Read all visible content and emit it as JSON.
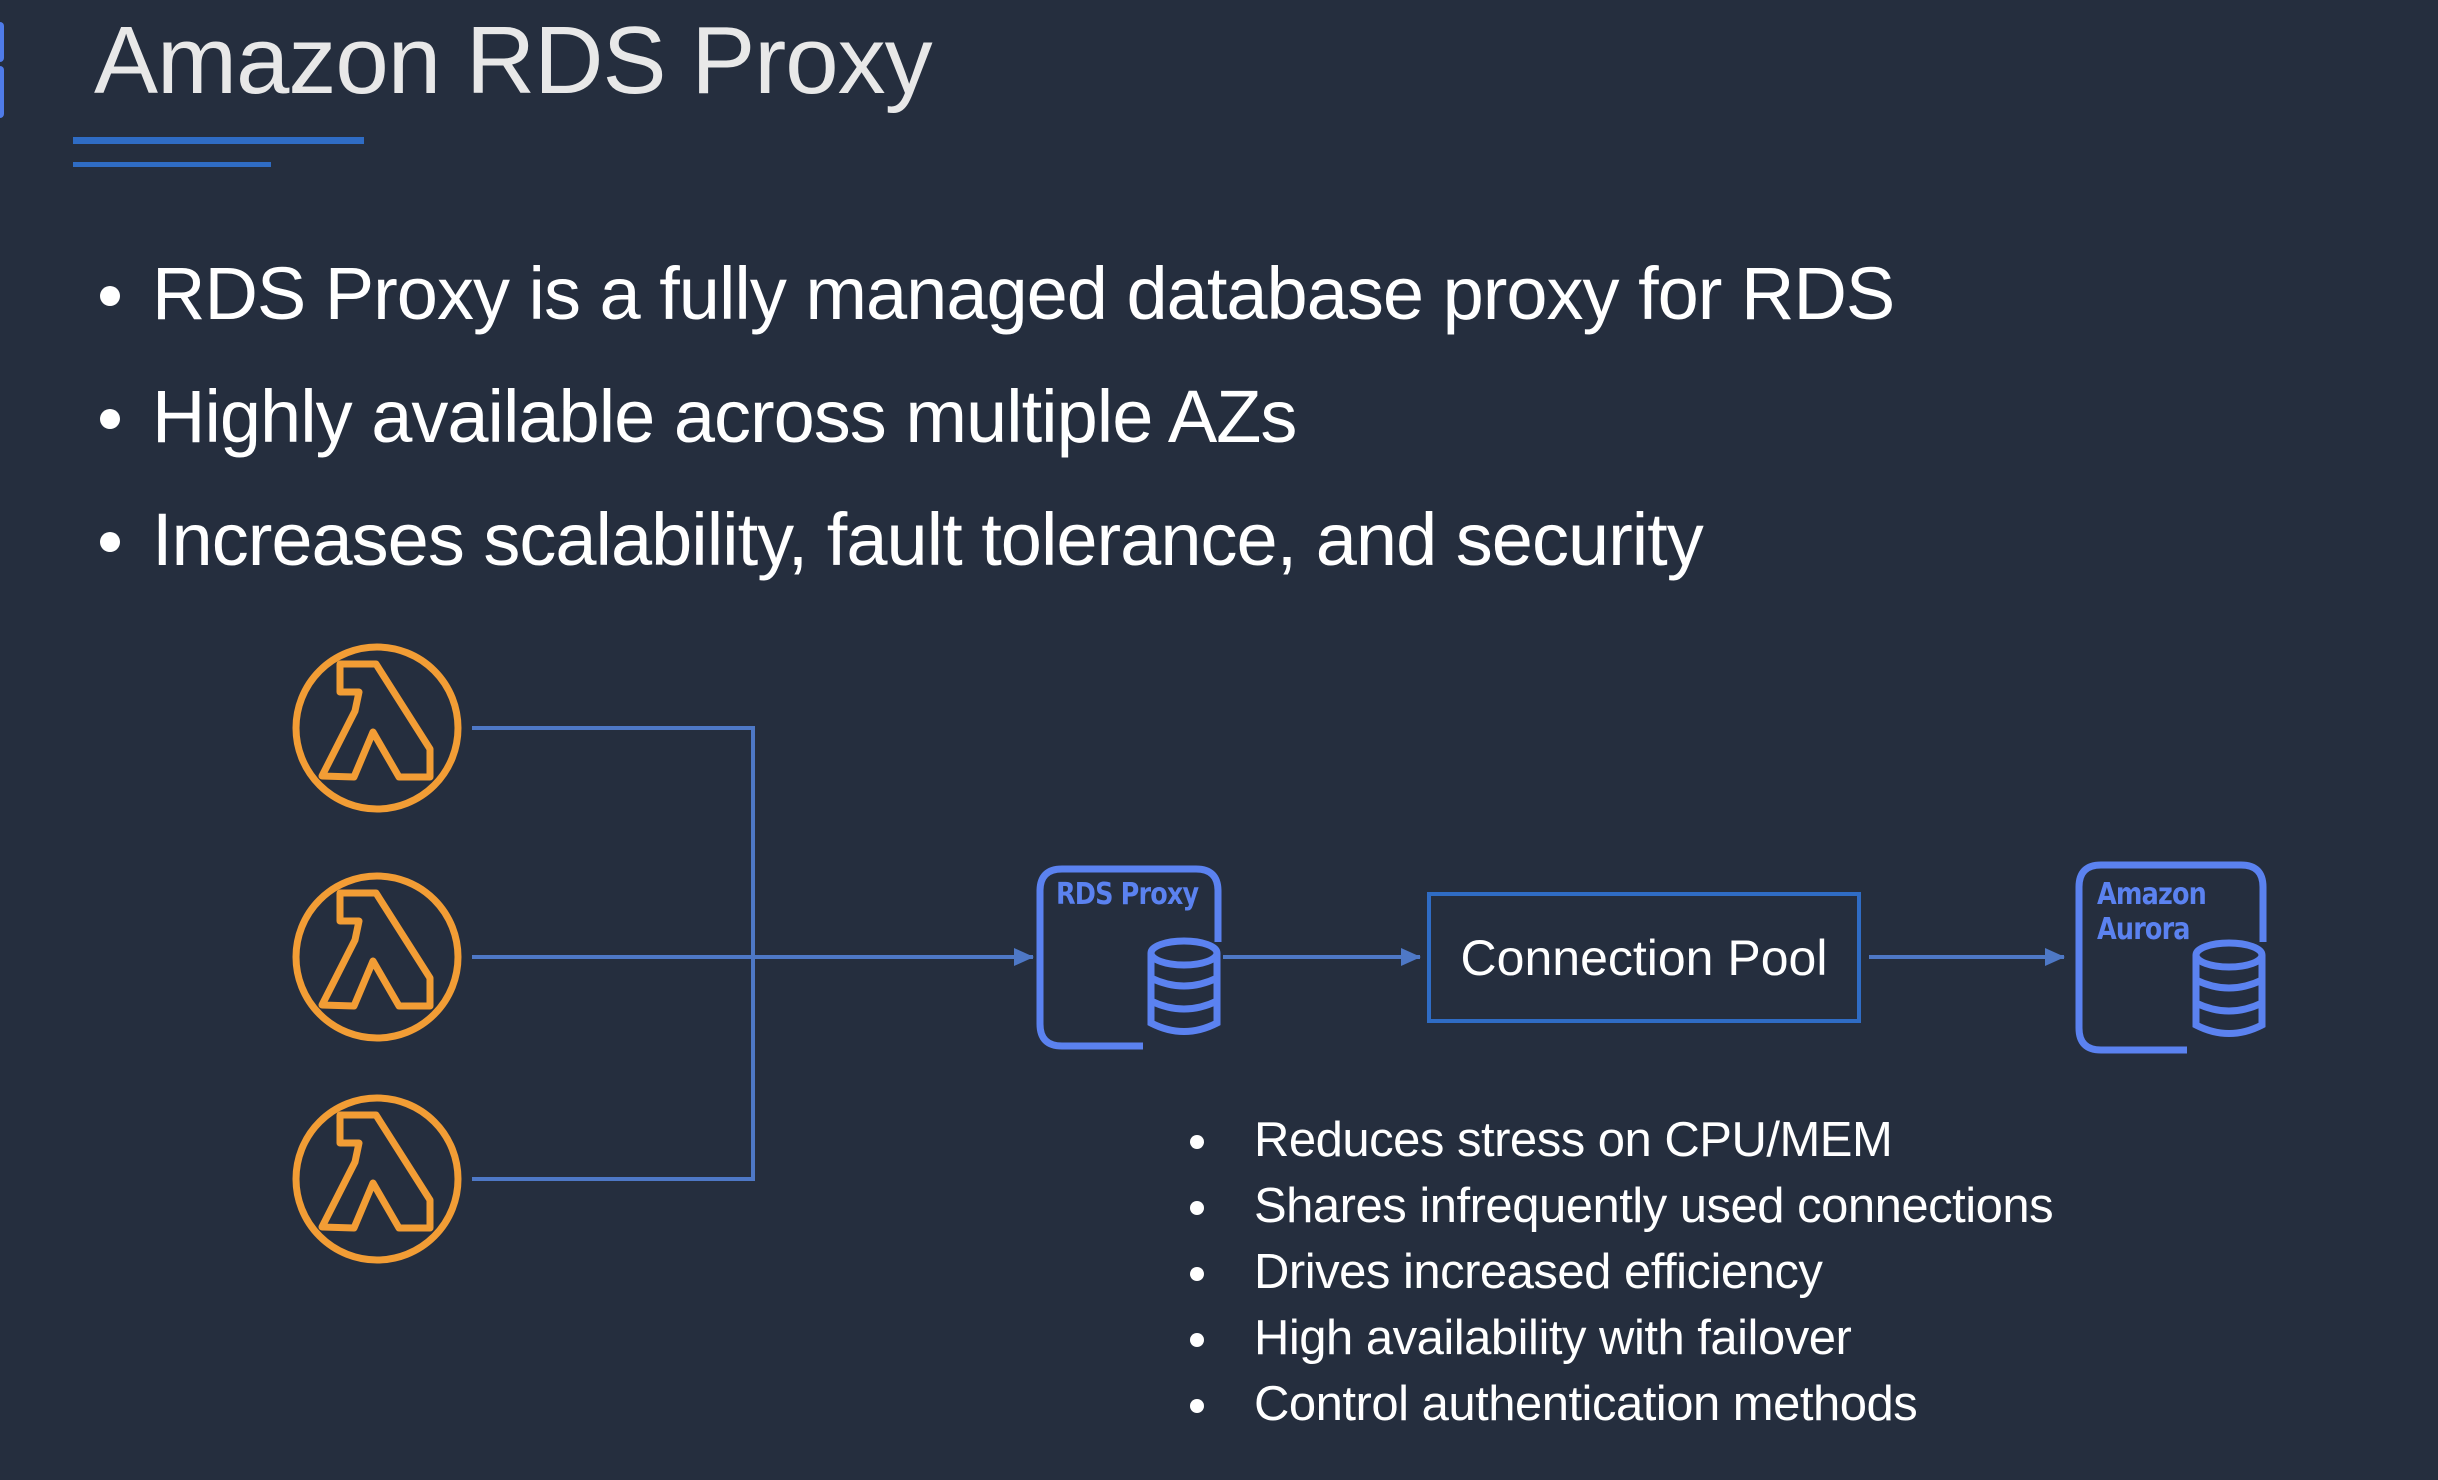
{
  "slide": {
    "title": "Amazon RDS Proxy",
    "bullets": [
      "RDS Proxy is a fully managed database proxy for RDS",
      "Highly available across multiple AZs",
      "Increases scalability, fault tolerance, and security"
    ]
  },
  "diagram": {
    "sources": [
      {
        "label": "",
        "icon": "lambda-icon"
      },
      {
        "label": "",
        "icon": "lambda-icon"
      },
      {
        "label": "",
        "icon": "lambda-icon"
      }
    ],
    "proxy": {
      "label": "RDS Proxy",
      "icon": "database-icon"
    },
    "pool": {
      "label": "Connection Pool"
    },
    "target": {
      "label_line1": "Amazon",
      "label_line2": "Aurora",
      "icon": "database-icon"
    },
    "benefits": [
      "Reduces stress on CPU/MEM",
      "Shares infrequently used connections",
      "Drives increased efficiency",
      "High availability with failover",
      "Control authentication methods"
    ]
  },
  "colors": {
    "background": "#252e3e",
    "accent_blue": "#2f6cc4",
    "connector_blue": "#4e78c6",
    "icon_blue": "#5b82f0",
    "lambda_orange": "#f29d35",
    "text": "#ffffff"
  }
}
